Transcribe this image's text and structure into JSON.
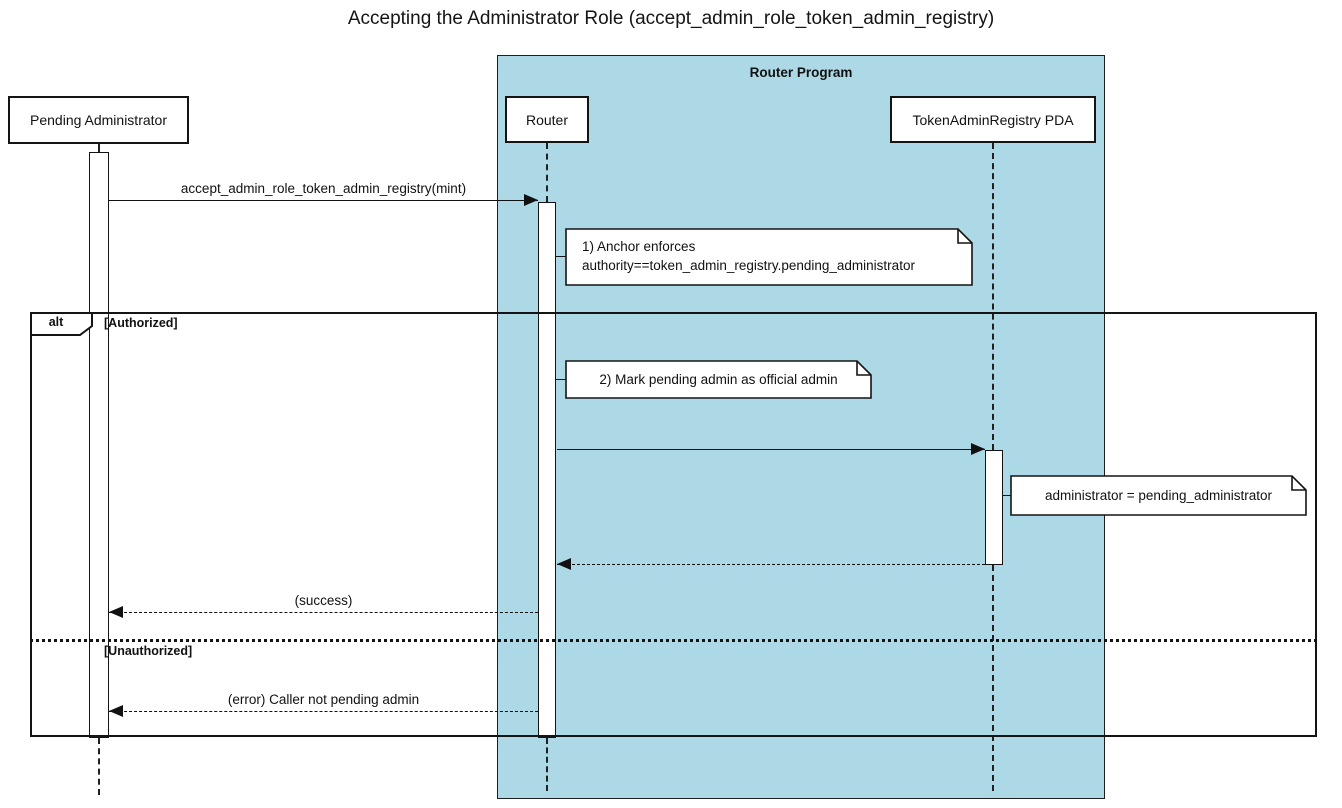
{
  "title": "Accepting the Administrator Role (accept_admin_role_token_admin_registry)",
  "frame": {
    "label": "Router Program"
  },
  "participants": {
    "pending_admin": {
      "label": "Pending Administrator"
    },
    "router": {
      "label": "Router"
    },
    "token_admin_registry": {
      "label": "TokenAdminRegistry PDA"
    }
  },
  "messages": {
    "accept_admin_role": {
      "label": "accept_admin_role_token_admin_registry(mint)",
      "style": "solid",
      "from": "Pending Administrator",
      "to": "Router"
    },
    "update_registry": {
      "label": "",
      "style": "solid",
      "from": "Router",
      "to": "TokenAdminRegistry PDA"
    },
    "registry_return": {
      "label": "",
      "style": "dashed",
      "from": "TokenAdminRegistry PDA",
      "to": "Router"
    },
    "success": {
      "label": "(success)",
      "style": "dashed",
      "from": "Router",
      "to": "Pending Administrator"
    },
    "error": {
      "label": "(error) Caller not pending admin",
      "style": "dashed",
      "from": "Router",
      "to": "Pending Administrator"
    }
  },
  "notes": {
    "anchor_enforces": {
      "line1": "1) Anchor enforces",
      "line2": "authority==token_admin_registry.pending_administrator"
    },
    "mark_admin": {
      "text": "2) Mark pending admin as official admin"
    },
    "assign_admin": {
      "text": "administrator = pending_administrator"
    }
  },
  "alt": {
    "label": "alt",
    "authorized": "[Authorized]",
    "unauthorized": "[Unauthorized]"
  },
  "colors": {
    "program_fill": "#ADD8E6",
    "note_fill": "#FFFFFF",
    "line": "#141414",
    "background": "#FFFFFF"
  }
}
